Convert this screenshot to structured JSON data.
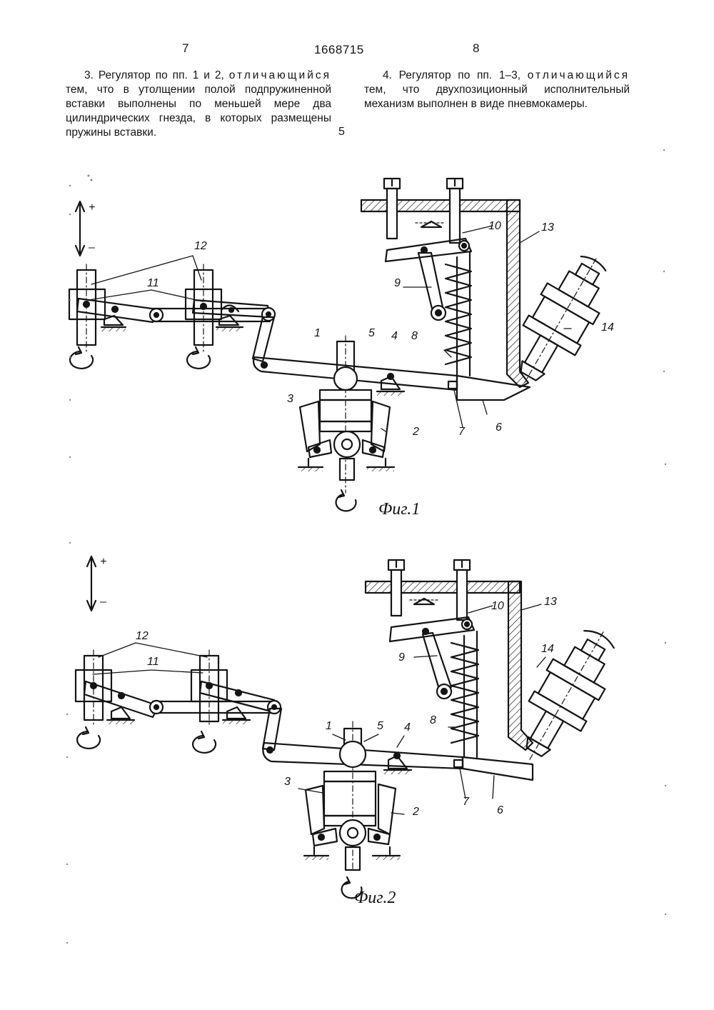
{
  "header": {
    "page_left": "7",
    "doc_number": "1668715",
    "page_right": "8"
  },
  "claims": {
    "claim3": {
      "lead": "3. Регулятор по пп. 1 и 2,",
      "spaced": "отличающийся",
      "rest": "тем, что в утолщении полой подпружиненной вставки выполнены по меньшей мере два цилиндрических гнезда, в которых размещены пружины вставки."
    },
    "claim4": {
      "lead": "4. Регулятор по пп. 1–3,",
      "spaced": "отличающийся",
      "rest": "тем, что двухпозиционный исполнительный механизм выполнен в виде пневмокамеры."
    },
    "line_number": "5"
  },
  "figures": [
    {
      "caption": "Фиг.1",
      "labels": {
        "plus": "+",
        "minus": "–",
        "l1": "1",
        "l2": "2",
        "l3": "3",
        "l4": "4",
        "l5": "5",
        "l6": "6",
        "l7": "7",
        "l8": "8",
        "l9": "9",
        "l10": "10",
        "l11": "11",
        "l12": "12",
        "l13": "13",
        "l14": "14"
      }
    },
    {
      "caption": "Фиг.2",
      "labels": {
        "plus": "+",
        "minus": "–",
        "l1": "1",
        "l2": "2",
        "l3": "3",
        "l4": "4",
        "l5": "5",
        "l6": "6",
        "l7": "7",
        "l8": "8",
        "l9": "9",
        "l10": "10",
        "l11": "11",
        "l12": "12",
        "l13": "13",
        "l14": "14"
      }
    }
  ]
}
